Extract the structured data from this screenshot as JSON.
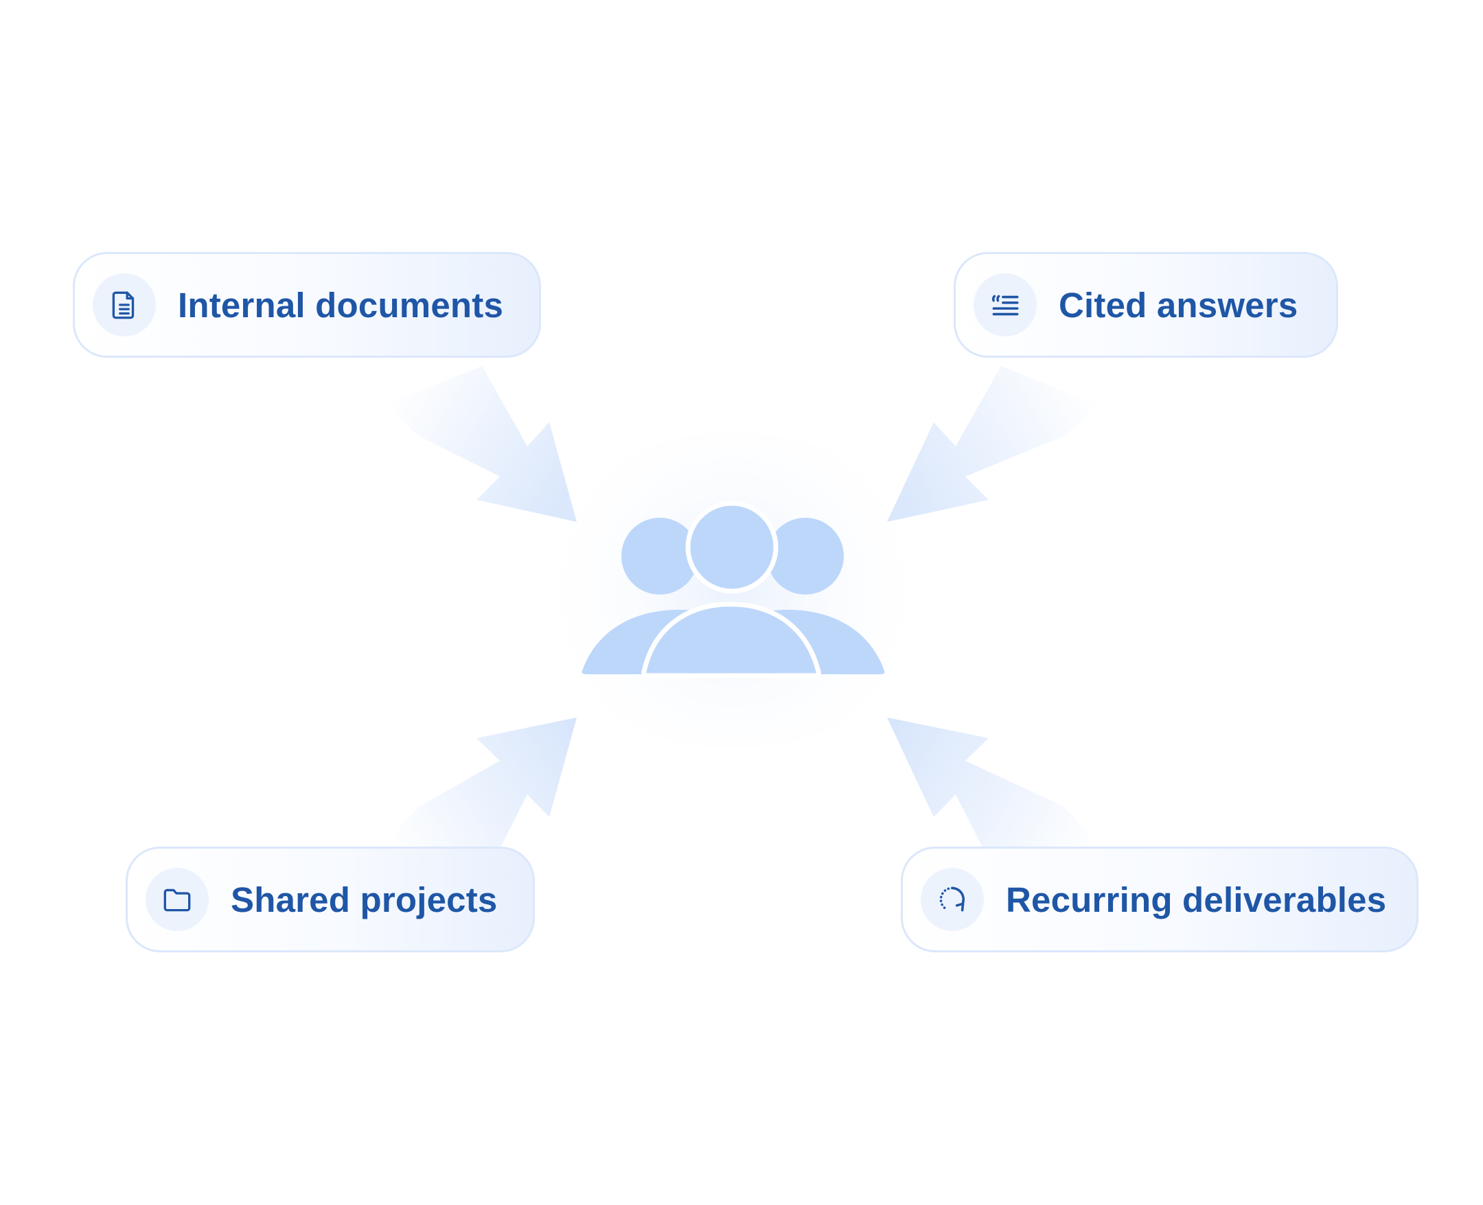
{
  "diagram": {
    "center": {
      "icon": "users-group-icon"
    },
    "nodes": [
      {
        "id": "internal",
        "label": "Internal documents",
        "icon": "document-icon"
      },
      {
        "id": "cited",
        "label": "Cited answers",
        "icon": "quote-text-icon"
      },
      {
        "id": "shared",
        "label": "Shared projects",
        "icon": "folder-icon"
      },
      {
        "id": "recurring",
        "label": "Recurring deliverables",
        "icon": "refresh-icon"
      }
    ]
  },
  "colors": {
    "label_text": "#1f56a6",
    "icon_stroke": "#1f56a6",
    "people_fill": "#bdd7fb",
    "pill_border": "#dbe7fb",
    "icon_bg": "#edf3fd",
    "arrow": "#cfe0fb"
  }
}
